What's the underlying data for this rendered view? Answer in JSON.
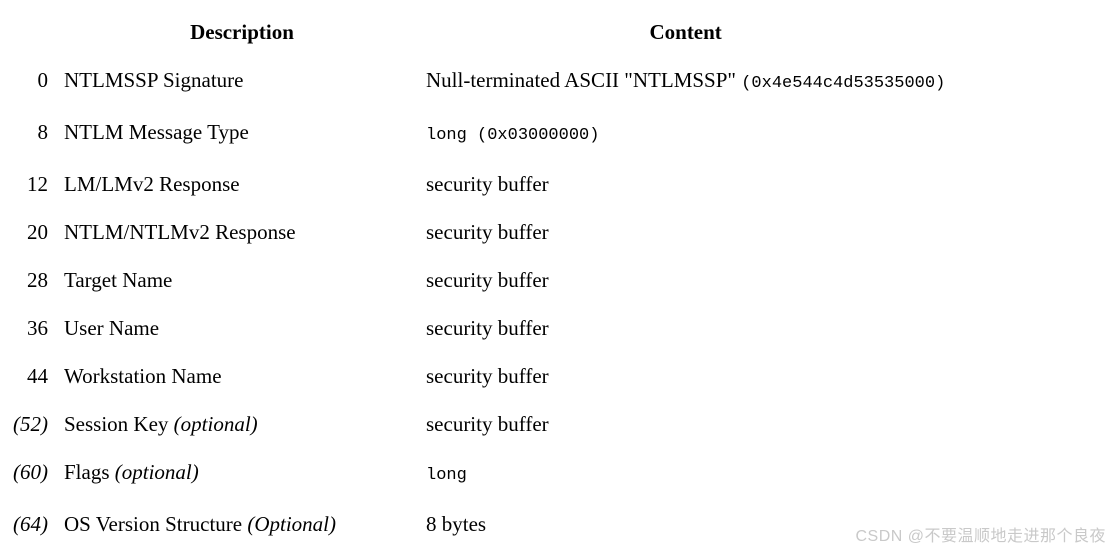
{
  "document": {
    "type": "ntlm-type-3-message-structure-table",
    "background_color": "#ffffff",
    "text_color": "#000000"
  },
  "table": {
    "headers": {
      "offset": "",
      "description": "Description",
      "content": "Content"
    },
    "rows": [
      {
        "offset": "0",
        "offset_optional": false,
        "description": "NTLMSSP Signature",
        "description_suffix": "",
        "content_text": "Null-terminated ASCII \"NTLMSSP\"",
        "content_mono": "(0x4e544c4d53535000)",
        "content_mono_only": false
      },
      {
        "offset": "8",
        "offset_optional": false,
        "description": "NTLM Message Type",
        "description_suffix": "",
        "content_text": "",
        "content_mono": "long (0x03000000)",
        "content_mono_only": true
      },
      {
        "offset": "12",
        "offset_optional": false,
        "description": "LM/LMv2 Response",
        "description_suffix": "",
        "content_text": "security buffer",
        "content_mono": "",
        "content_mono_only": false
      },
      {
        "offset": "20",
        "offset_optional": false,
        "description": "NTLM/NTLMv2 Response",
        "description_suffix": "",
        "content_text": "security buffer",
        "content_mono": "",
        "content_mono_only": false
      },
      {
        "offset": "28",
        "offset_optional": false,
        "description": "Target Name",
        "description_suffix": "",
        "content_text": "security buffer",
        "content_mono": "",
        "content_mono_only": false
      },
      {
        "offset": "36",
        "offset_optional": false,
        "description": "User Name",
        "description_suffix": "",
        "content_text": "security buffer",
        "content_mono": "",
        "content_mono_only": false
      },
      {
        "offset": "44",
        "offset_optional": false,
        "description": "Workstation Name",
        "description_suffix": "",
        "content_text": "security buffer",
        "content_mono": "",
        "content_mono_only": false
      },
      {
        "offset": "(52)",
        "offset_optional": true,
        "description": "Session Key",
        "description_suffix": "(optional)",
        "content_text": "security buffer",
        "content_mono": "",
        "content_mono_only": false
      },
      {
        "offset": "(60)",
        "offset_optional": true,
        "description": "Flags",
        "description_suffix": "(optional)",
        "content_text": "",
        "content_mono": "long",
        "content_mono_only": true
      },
      {
        "offset": "(64)",
        "offset_optional": true,
        "description": "OS Version Structure",
        "description_suffix": "(Optional)",
        "content_text": "8 bytes",
        "content_mono": "",
        "content_mono_only": false
      }
    ]
  },
  "watermark": {
    "text": "CSDN @不要温顺地走进那个良夜",
    "color": "#c9c9c9"
  }
}
